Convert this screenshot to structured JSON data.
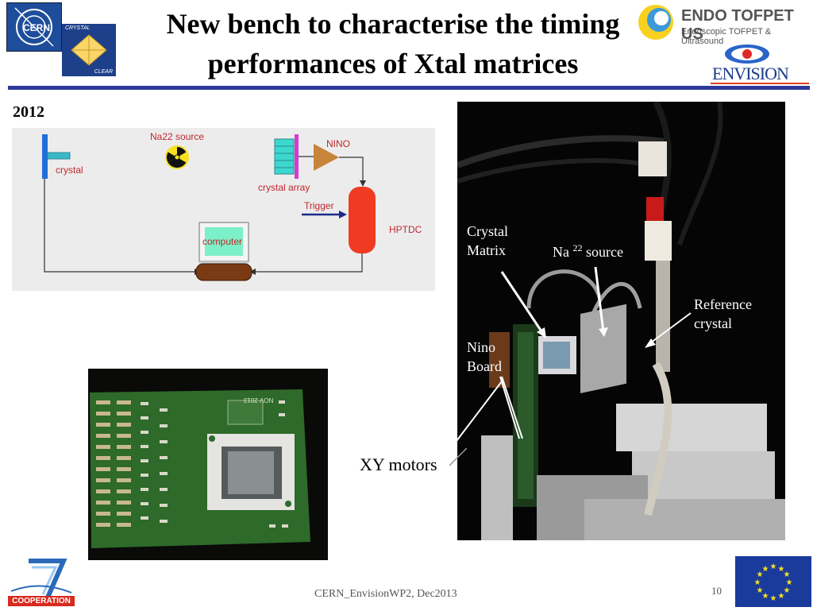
{
  "slide": {
    "title_line1": "New bench to characterise the timing",
    "title_line2": "performances of Xtal matrices",
    "year": "2012",
    "footer_text": "CERN_EnvisionWP2, Dec2013",
    "page_number": "10"
  },
  "logos": {
    "cern": "CERN",
    "crystal_clear_top": "CRYSTAL",
    "crystal_clear_bottom": "CLEAR",
    "endo_title": "ENDO TOFPET US",
    "endo_subtitle": "Endoscopic TOFPET & Ultrasound",
    "envision": "ENVISION",
    "fp7": "COOPERATION"
  },
  "diagram": {
    "crystal": "crystal",
    "na22": "Na22 source",
    "nino": "NINO",
    "crystal_array": "crystal array",
    "trigger": "Trigger",
    "hptdc": "HPTDC",
    "computer": "computer"
  },
  "photo_labels": {
    "crystal_matrix_1": "Crystal",
    "crystal_matrix_2": "Matrix",
    "na_source_pre": "Na",
    "na_source_sup": "22",
    "na_source_post": "source",
    "reference_1": "Reference",
    "reference_2": "crystal",
    "nino_1": "Nino",
    "nino_2": "Board",
    "xy_motors": "XY motors"
  },
  "board_photo": {
    "silkscreen": "NOV 2013"
  },
  "colors": {
    "title_rule": "#2e3a9e",
    "hptdc": "#f03a22",
    "nino": "#c8843a",
    "computer_screen": "#7cf0c8",
    "crystal_bar": "#1f6fd6",
    "array_magenta": "#d43ad4",
    "trigger_arrow": "#1c2a8c",
    "label_red": "#c0282e"
  }
}
